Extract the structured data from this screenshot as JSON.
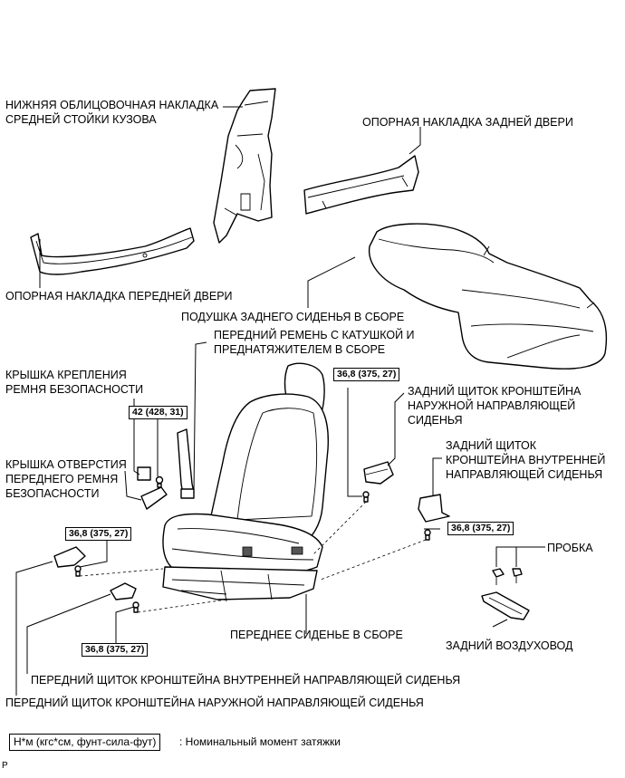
{
  "labels": {
    "pillar_lower": "НИЖНЯЯ ОБЛИЦОВОЧНАЯ НАКЛАДКА\nСРЕДНЕЙ СТОЙКИ КУЗОВА",
    "rear_door_scuff": "ОПОРНАЯ НАКЛАДКА ЗАДНЕЙ ДВЕРИ",
    "front_door_scuff": "ОПОРНАЯ НАКЛАДКА ПЕРЕДНЕЙ ДВЕРИ",
    "rear_seat_cushion": "ПОДУШКА ЗАДНЕГО СИДЕНЬЯ В СБОРЕ",
    "front_belt": "ПЕРЕДНИЙ РЕМЕНЬ С КАТУШКОЙ И\nПРЕДНАТЯЖИТЕЛЕМ В СБОРЕ",
    "belt_anchor_cover": "КРЫШКА КРЕПЛЕНИЯ\nРЕМНЯ БЕЗОПАСНОСТИ",
    "rear_outer_track_cover": "ЗАДНИЙ ЩИТОК КРОНШТЕЙНА\nНАРУЖНОЙ НАПРАВЛЯЮЩЕЙ\nСИДЕНЬЯ",
    "rear_inner_track_cover": "ЗАДНИЙ ЩИТОК\nКРОНШТЕЙНА ВНУТРЕННЕЙ\nНАПРАВЛЯЮЩЕЙ СИДЕНЬЯ",
    "belt_hole_cover": "КРЫШКА ОТВЕРСТИЯ\nПЕРЕДНЕГО РЕМНЯ\nБЕЗОПАСНОСТИ",
    "plug": "ПРОБКА",
    "front_seat": "ПЕРЕДНЕЕ СИДЕНЬЕ В СБОРЕ",
    "rear_duct": "ЗАДНИЙ ВОЗДУХОВОД",
    "front_inner_track_cover": "ПЕРЕДНИЙ ЩИТОК КРОНШТЕЙНА ВНУТРЕННЕЙ НАПРАВЛЯЮЩЕЙ СИДЕНЬЯ",
    "front_outer_track_cover": "ПЕРЕДНИЙ ЩИТОК КРОНШТЕЙНА НАРУЖНОЙ НАПРАВЛЯЮЩЕЙ СИДЕНЬЯ"
  },
  "torques": {
    "belt_anchor": "42 (428, 31)",
    "rear_outer": "36,8 (375, 27)",
    "rear_inner": "36,8 (375, 27)",
    "front_outer": "36,8 (375, 27)",
    "front_inner": "36,8 (375, 27)"
  },
  "legend": {
    "units": "Н*м (кгс*см, фунт-сила-фут)",
    "description": ": Номинальный момент затяжки"
  },
  "corner_mark": "P"
}
